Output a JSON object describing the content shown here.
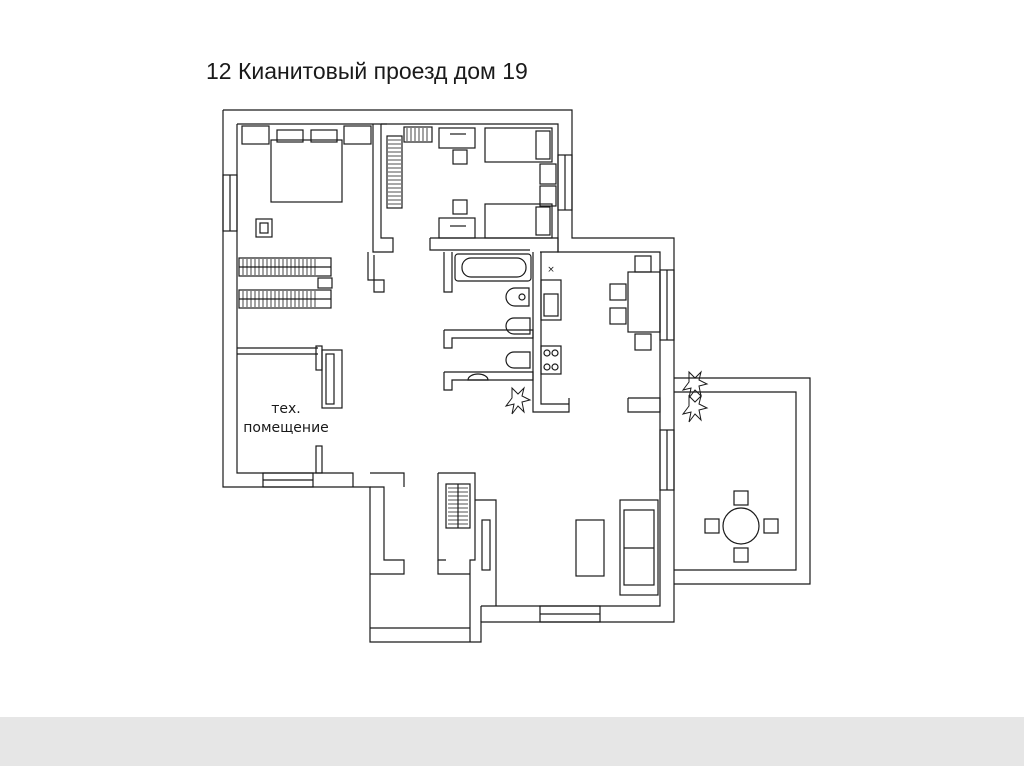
{
  "title": "12 Кианитовый проезд дом 19",
  "rooms": {
    "tech_room_line1": "тех.",
    "tech_room_line2": "помещение"
  },
  "colors": {
    "walls": "#ffffff",
    "lines": "#1a1a1a",
    "footer_band": "#e6e6e6"
  },
  "icons": [
    "bed-icon",
    "chair-icon",
    "desk-icon",
    "wardrobe-icon",
    "bathtub-icon",
    "sink-icon",
    "toilet-icon",
    "stove-icon",
    "plant-icon",
    "sofa-icon",
    "table-icon"
  ]
}
